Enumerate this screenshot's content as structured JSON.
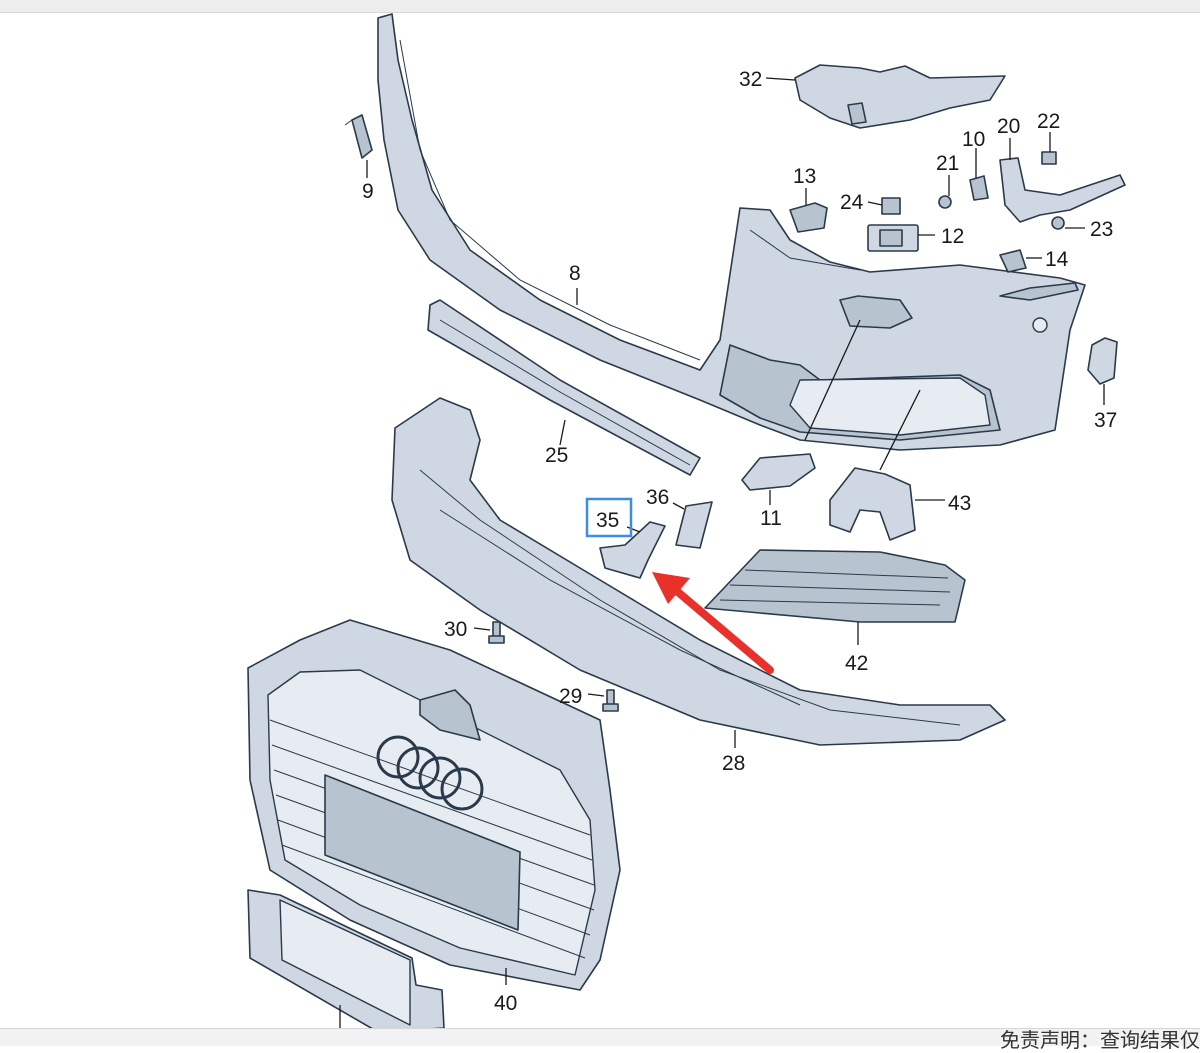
{
  "labels": {
    "p8": "8",
    "p9": "9",
    "p10": "10",
    "p11": "11",
    "p12": "12",
    "p13": "13",
    "p14": "14",
    "p20": "20",
    "p21": "21",
    "p22": "22",
    "p23": "23",
    "p24": "24",
    "p25": "25",
    "p28": "28",
    "p29": "29",
    "p30": "30",
    "p32": "32",
    "p35": "35",
    "p36": "36",
    "p37": "37",
    "p40": "40",
    "p42": "42",
    "p43": "43"
  },
  "highlight": {
    "part": "35",
    "box_color": "#3a8ee6",
    "arrow_color": "#e8312a"
  },
  "footer": {
    "text": "免责声明：查询结果仅"
  }
}
